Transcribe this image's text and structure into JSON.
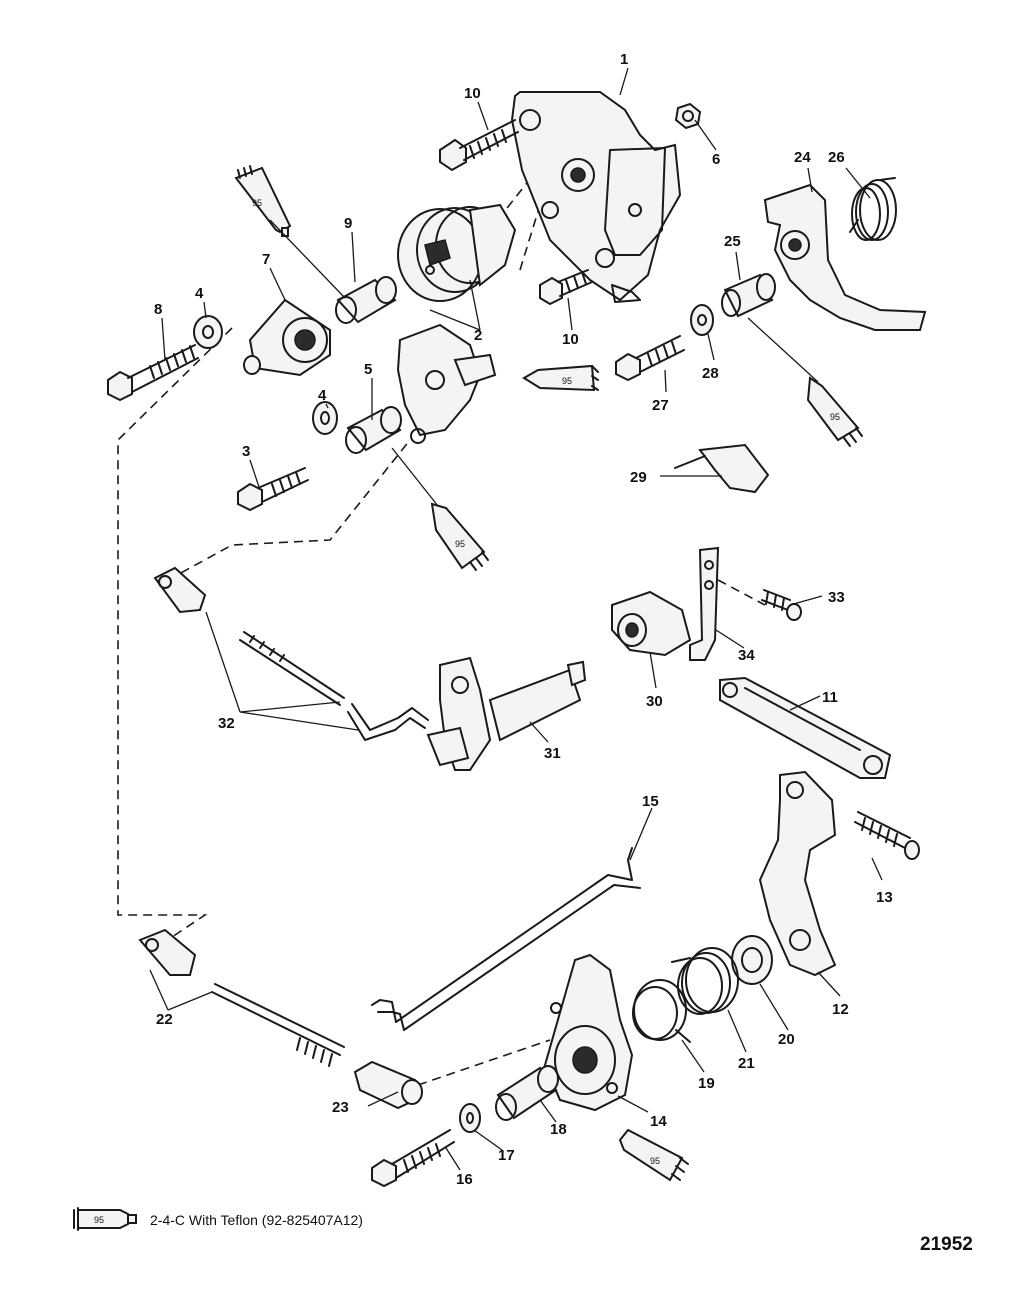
{
  "callouts": {
    "c1": "1",
    "c2": "2",
    "c3": "3",
    "c4a": "4",
    "c4b": "4",
    "c5": "5",
    "c6": "6",
    "c7": "7",
    "c8": "8",
    "c9": "9",
    "c10a": "10",
    "c10b": "10",
    "c11": "11",
    "c12": "12",
    "c13": "13",
    "c14": "14",
    "c15": "15",
    "c16": "16",
    "c17": "17",
    "c18": "18",
    "c19": "19",
    "c20": "20",
    "c21": "21",
    "c22": "22",
    "c23": "23",
    "c24": "24",
    "c25": "25",
    "c26": "26",
    "c27": "27",
    "c28": "28",
    "c29": "29",
    "c30": "30",
    "c31": "31",
    "c32": "32",
    "c33": "33",
    "c34": "34"
  },
  "lubricant_tube_label": "95",
  "legend": {
    "tube_label": "95",
    "text": "2-4-C  With Teflon (92-825407A12)"
  },
  "drawing_number": "21952"
}
